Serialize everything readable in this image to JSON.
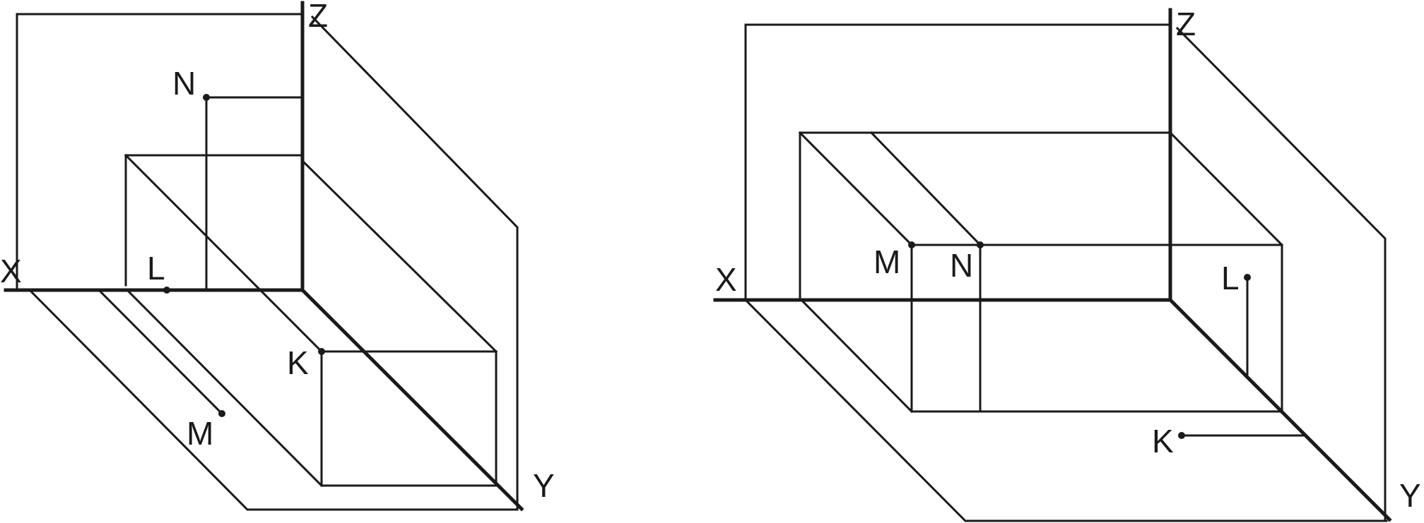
{
  "diagram_left": {
    "labels": {
      "x_axis": "X",
      "z_axis": "Z",
      "y_axis": "Y",
      "point_n": "N",
      "point_l": "L",
      "point_k": "K",
      "point_m": "M"
    }
  },
  "diagram_right": {
    "labels": {
      "x_axis": "X",
      "z_axis": "Z",
      "y_axis": "Y",
      "point_m": "M",
      "point_n": "N",
      "point_l": "L",
      "point_k": "K"
    }
  },
  "colors": {
    "line": "#1a1a1a",
    "background": "#ffffff"
  }
}
